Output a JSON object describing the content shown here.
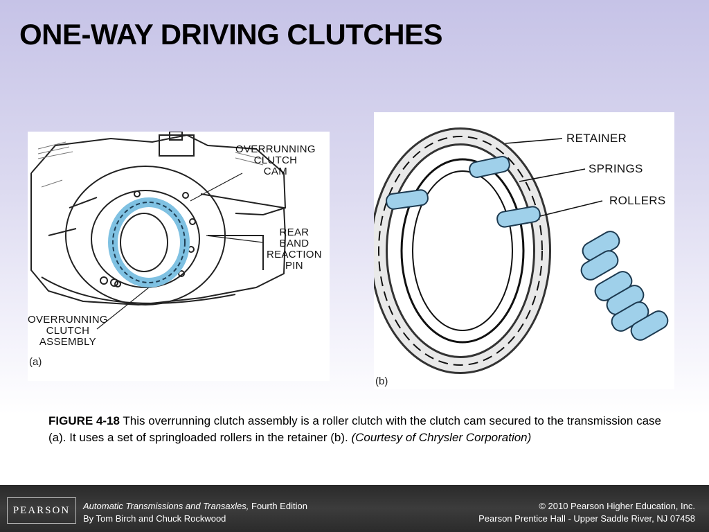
{
  "slide": {
    "title": "ONE-WAY DRIVING CLUTCHES"
  },
  "figure_a": {
    "panel_label": "(a)",
    "labels": {
      "cam": [
        "OVERRUNNING",
        "CLUTCH",
        "CAM"
      ],
      "pin": [
        "REAR",
        "BAND",
        "REACTION",
        "PIN"
      ],
      "assembly": [
        "OVERRUNNING",
        "CLUTCH",
        "ASSEMBLY"
      ]
    }
  },
  "figure_b": {
    "panel_label": "(b)",
    "labels": {
      "retainer": "RETAINER",
      "springs": "SPRINGS",
      "rollers": "ROLLERS"
    },
    "roller_color": "#9fd0ea"
  },
  "caption": {
    "fig_number": "FIGURE 4-18",
    "text": " This overrunning clutch assembly is a roller clutch with the clutch cam secured to the transmission case (a). It uses a set of springloaded rollers in the retainer (b). ",
    "credit": "(Courtesy of Chrysler Corporation)"
  },
  "footer": {
    "logo": "PEARSON",
    "book_title": "Automatic Transmissions and Transaxles,",
    "edition": " Fourth Edition",
    "authors": "By Tom Birch and Chuck Rockwood",
    "copyright": "© 2010 Pearson Higher Education, Inc.",
    "publisher": "Pearson Prentice Hall - Upper Saddle River, NJ 07458"
  }
}
